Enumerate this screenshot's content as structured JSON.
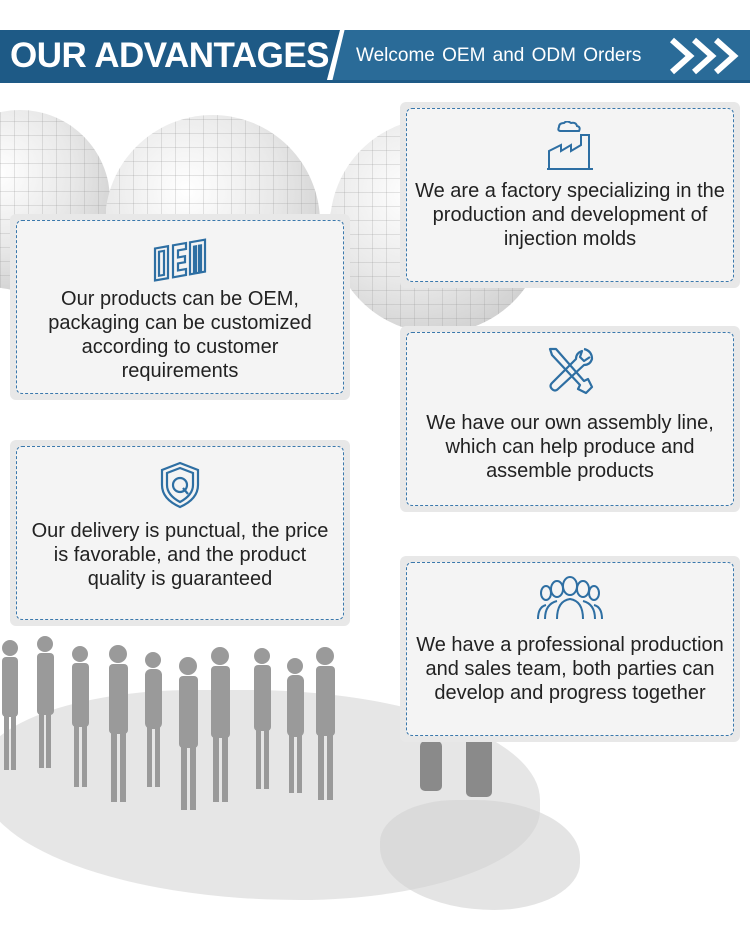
{
  "header": {
    "title": "OUR ADVANTAGES",
    "tagline": "Welcome  OEM and ODM  Orders",
    "icon": "double-chevron-right-icon"
  },
  "colors": {
    "primary": "#1e5a86",
    "icon": "#2e6fa3",
    "card_border": "#3a78ac",
    "card_bg": "#f4f4f4"
  },
  "cards": [
    {
      "icon": "factory-icon",
      "text": "We are a factory specializing in the production and development of injection molds"
    },
    {
      "icon": "oem-icon",
      "text": "Our products can be OEM, packaging can be customized according to customer requirements"
    },
    {
      "icon": "tools-icon",
      "text": "We have our own assembly line, which can help produce and assemble products"
    },
    {
      "icon": "quality-shield-icon",
      "text": "Our delivery is punctual, the price is favorable, and the product quality is guaranteed"
    },
    {
      "icon": "team-icon",
      "text": "We have a professional production and sales team, both parties can develop and progress together"
    }
  ]
}
